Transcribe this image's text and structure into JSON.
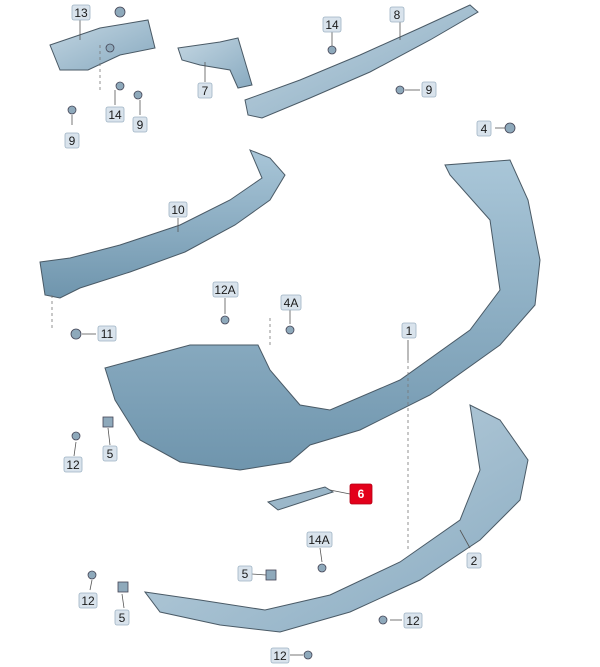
{
  "diagram": {
    "accent_highlight": "#e3001b",
    "part_color": "#7fa6bf",
    "labels": {
      "n13": "13",
      "n14_top": "14",
      "n8": "8",
      "n7": "7",
      "n9_right": "9",
      "n9_left": "9",
      "n14_left": "14",
      "n9_mid": "9",
      "n4": "4",
      "n10": "10",
      "n11": "11",
      "n12A": "12A",
      "n4A": "4A",
      "n1": "1",
      "n12_left": "12",
      "n5_left": "5",
      "n6": "6",
      "n14A": "14A",
      "n2": "2",
      "n5_bottom": "5",
      "n12_bottom_left": "12",
      "n5_lower_left": "5",
      "n12_bottom_right": "12",
      "n12_bottom": "12"
    }
  }
}
